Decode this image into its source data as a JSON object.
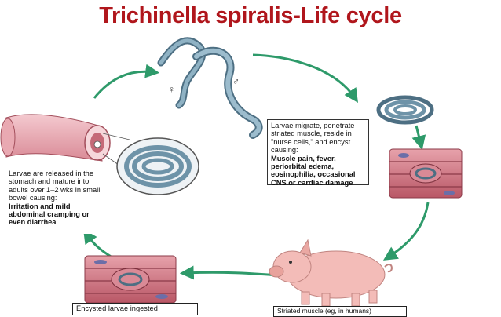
{
  "title": "Trichinella spiralis-Life cycle",
  "boxes": {
    "left_text": "Larvae are released in the stomach and mature into adults over 1–2 wks in small bowel causing:",
    "left_bold": "Irritation and mild abdominal cramping or even diarrhea",
    "right_text": "Larvae migrate, penetrate striated muscle, reside in \"nurse cells,\" and encyst causing:",
    "right_bold": "Muscle pain, fever, periorbital edema, eosinophilia, occasional CNS or cardiac damage",
    "bottom_left": "Encysted larvae ingested",
    "bottom_right": "Striated muscle (eg, in humans)"
  },
  "symbols": {
    "female": "♀",
    "male": "♂"
  },
  "colors": {
    "title": "#b0161c",
    "arrow": "#2e9a6a",
    "muscle": "#c9707c",
    "worm": "#6e93a8",
    "pig": "#f3bcb8"
  }
}
